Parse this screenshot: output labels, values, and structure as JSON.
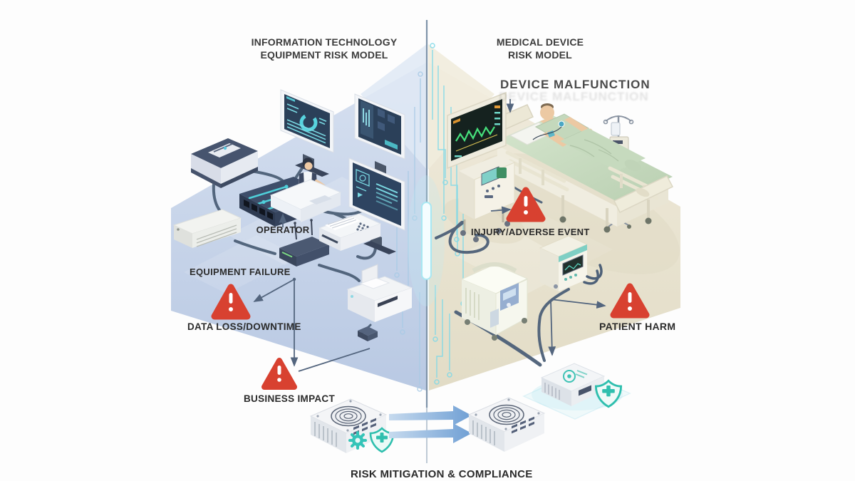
{
  "diagram": {
    "left_model": {
      "title_line1": "INFORMATION TECHNOLOGY",
      "title_line2": "EQUIPMENT RISK MODEL"
    },
    "right_model": {
      "title_line1": "MEDICAL DEVICE",
      "title_line2": "RISK MODEL"
    },
    "labels": {
      "device_malfunction": "DEVICE MALFUNCTION",
      "operator": "OPERATOR",
      "equipment_failure": "EQUIPMENT FAILURE",
      "data_loss_downtime": "DATA LOSS/DOWNTIME",
      "business_impact": "BUSINESS IMPACT",
      "injury_adverse_event": "INJURY/ADVERSE EVENT",
      "patient_harm": "PATIENT HARM",
      "risk_mitigation": "RISK MITIGATION & COMPLIANCE"
    },
    "icons": {
      "warning": "warning-triangle-icon",
      "shield": "shield-cross-icon",
      "gear": "gear-icon",
      "certification_seal": "certification-seal-icon",
      "flow_arrow": "mitigation-flow-arrow-icon"
    },
    "colors": {
      "left_floor": "#c9d6ec",
      "right_floor": "#ebe6d3",
      "divider": "#7e93a9",
      "circuit_cyan": "#7fd9e8",
      "circuit_blue": "#a9cbe6",
      "cable": "#4d6078",
      "warning_red": "#d84130",
      "teal": "#33c1b1",
      "monitor_screen": "#2b4059",
      "ecg_green": "#46e17c",
      "flow_arrow_blue": "#6f9fd4",
      "label_text": "#2b2b2b"
    }
  }
}
